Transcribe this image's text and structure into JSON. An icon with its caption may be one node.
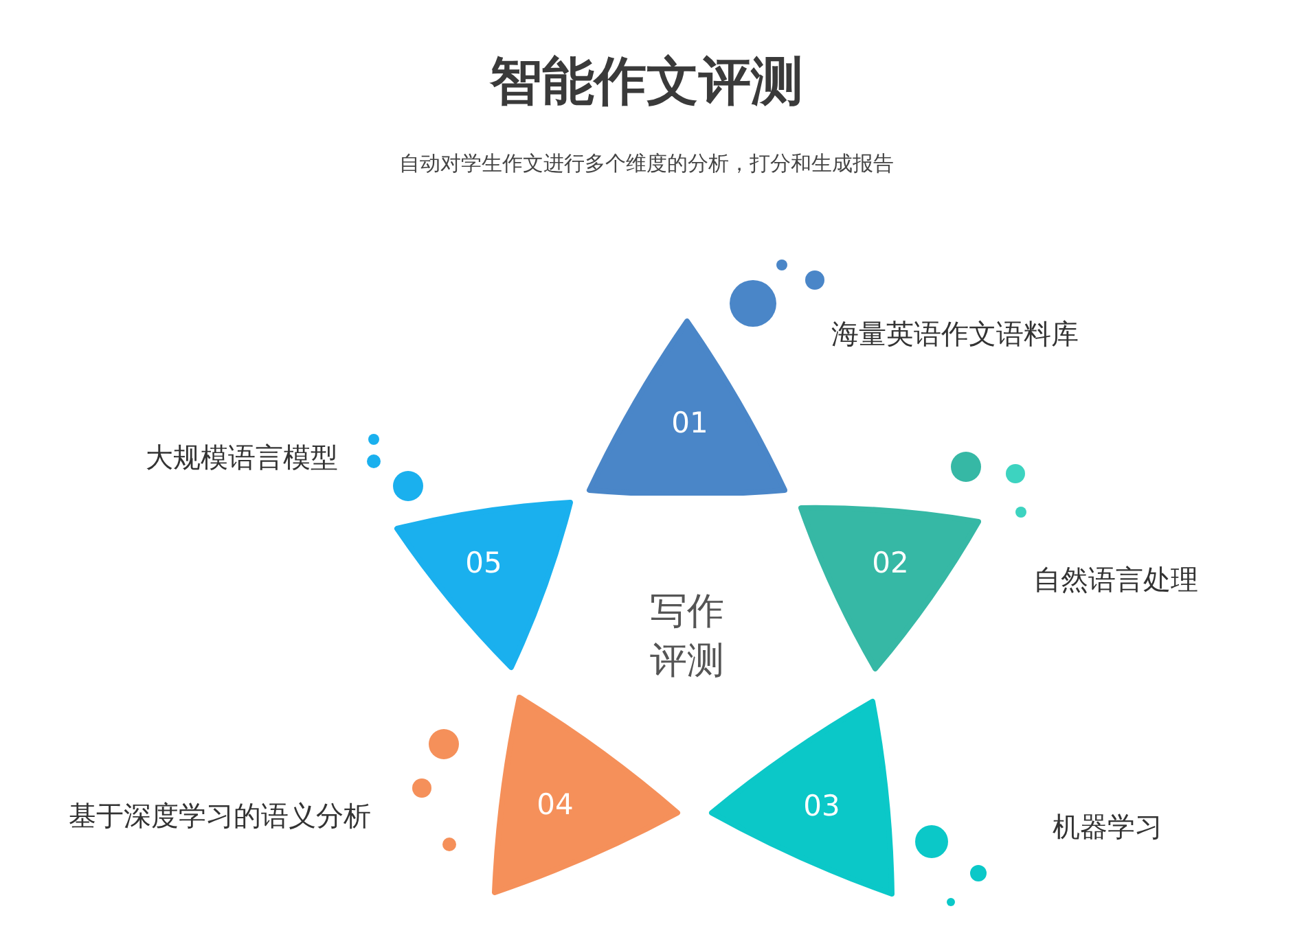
{
  "diagram": {
    "title": "智能作文评测",
    "nodes": [
      {
        "text": [
          "01"
        ],
        "beside": [
          "海量英语作文语料库"
        ]
      },
      {
        "text": [
          "02"
        ],
        "beside": [
          "自然语言处理"
        ]
      },
      {
        "text": [
          "03"
        ]
      },
      {
        "text": [
          "04"
        ]
      },
      {
        "text": [
          "05"
        ],
        "beside": [
          "大规模语言模型"
        ]
      }
    ],
    "labels": [
      "自动对学生作文进行多个维度的分析，打分和生成报告",
      "写作评测",
      "基于深度学习的语义分析",
      "机器学习"
    ]
  }
}
